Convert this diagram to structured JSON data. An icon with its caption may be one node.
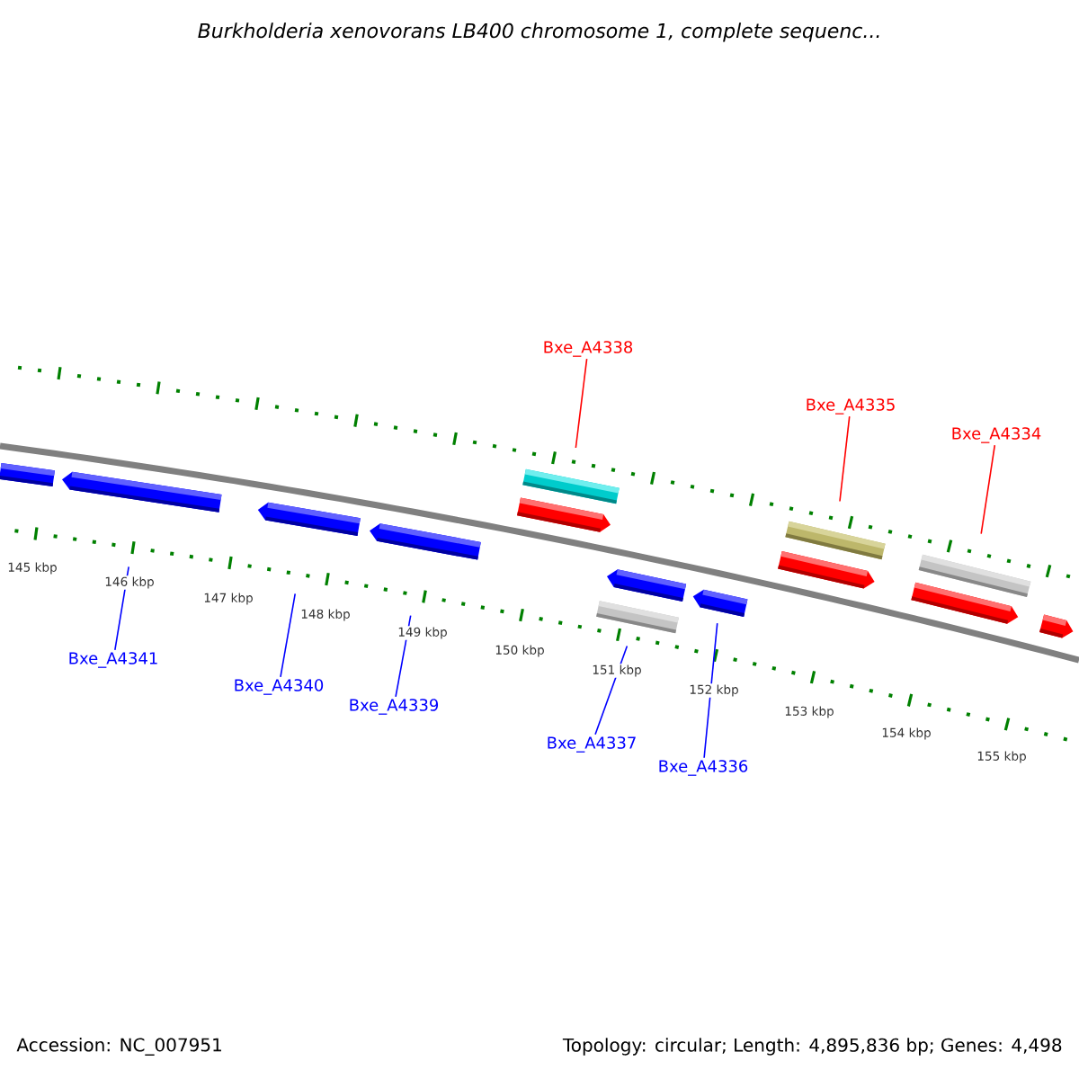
{
  "diagram": {
    "title": "Burkholderia xenovorans LB400 chromosome 1, complete sequenc...",
    "nodes": [
      {
        "text": [],
        "shape": "bar"
      },
      {
        "text": [],
        "shape": "arrow"
      },
      {
        "text": [],
        "shape": "arrow"
      },
      {
        "text": [],
        "shape": "arrow"
      },
      {
        "text": [],
        "shape": "arrow"
      },
      {
        "text": [],
        "shape": "bar"
      },
      {
        "text": [],
        "shape": "bar"
      },
      {
        "text": [],
        "shape": "arrow"
      },
      {
        "text": [],
        "shape": "arrow"
      },
      {
        "text": [],
        "shape": "arrow"
      },
      {
        "text": [],
        "shape": "bar"
      },
      {
        "text": [],
        "shape": "arrow"
      },
      {
        "text": [],
        "shape": "bar"
      },
      {
        "text": [],
        "shape": "arrow"
      },
      {
        "text": [
          "Bxe_A4338"
        ]
      },
      {
        "text": [
          "Bxe_A4335"
        ]
      },
      {
        "text": [
          "Bxe_A4334"
        ]
      },
      {
        "text": [
          "Bxe_A4341"
        ]
      },
      {
        "text": [
          "Bxe_A4340"
        ]
      },
      {
        "text": [
          "Bxe_A4339"
        ]
      },
      {
        "text": [
          "Bxe_A4337"
        ]
      },
      {
        "text": [
          "Bxe_A4336"
        ]
      }
    ],
    "edges": [
      {
        "from": 14,
        "to": 5,
        "arrow": "none",
        "color": "#ff0000"
      },
      {
        "from": 15,
        "to": 10,
        "arrow": "none",
        "color": "#ff0000"
      },
      {
        "from": 16,
        "to": 12,
        "arrow": "none",
        "color": "#ff0000"
      },
      {
        "from": 17,
        "to": 1,
        "arrow": "none"
      },
      {
        "from": 18,
        "to": 2,
        "arrow": "none"
      },
      {
        "from": 19,
        "to": 3,
        "arrow": "none"
      },
      {
        "from": 20,
        "to": 6,
        "arrow": "none"
      },
      {
        "from": 21,
        "to": 8,
        "arrow": "none"
      }
    ],
    "labels": [
      "145 kbp",
      "146 kbp",
      "147 kbp",
      "148 kbp",
      "149 kbp",
      "150 kbp",
      "151 kbp",
      "152 kbp",
      "153 kbp",
      "154 kbp",
      "155 kbp",
      "Accession: NC_007951",
      "Topology: circular; Length: 4,895,836 bp; Genes: 4,498"
    ]
  }
}
